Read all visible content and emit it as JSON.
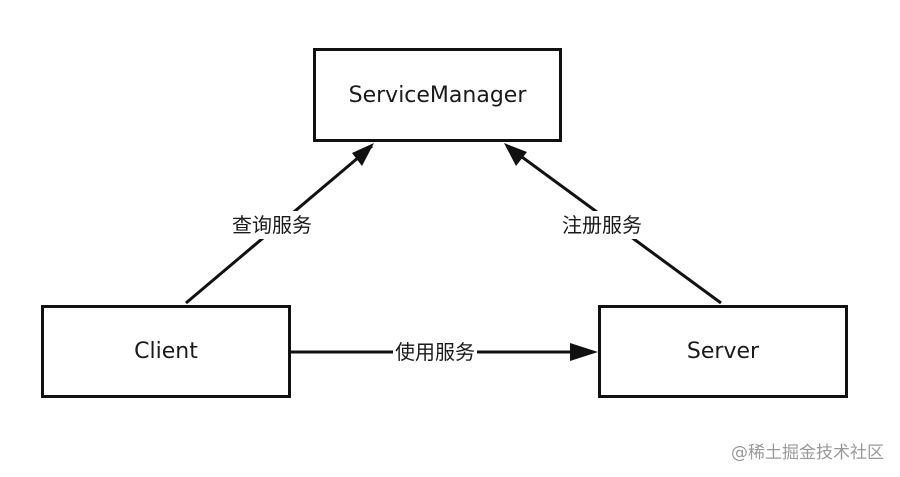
{
  "diagram": {
    "nodes": {
      "service_manager": "ServiceManager",
      "client": "Client",
      "server": "Server"
    },
    "edges": {
      "query_service": "查询服务",
      "register_service": "注册服务",
      "use_service": "使用服务"
    }
  },
  "watermark": "@稀土掘金技术社区",
  "colors": {
    "line": "#111111",
    "text": "#1a1a1a",
    "watermark": "#9a9a9a",
    "background": "#ffffff"
  }
}
